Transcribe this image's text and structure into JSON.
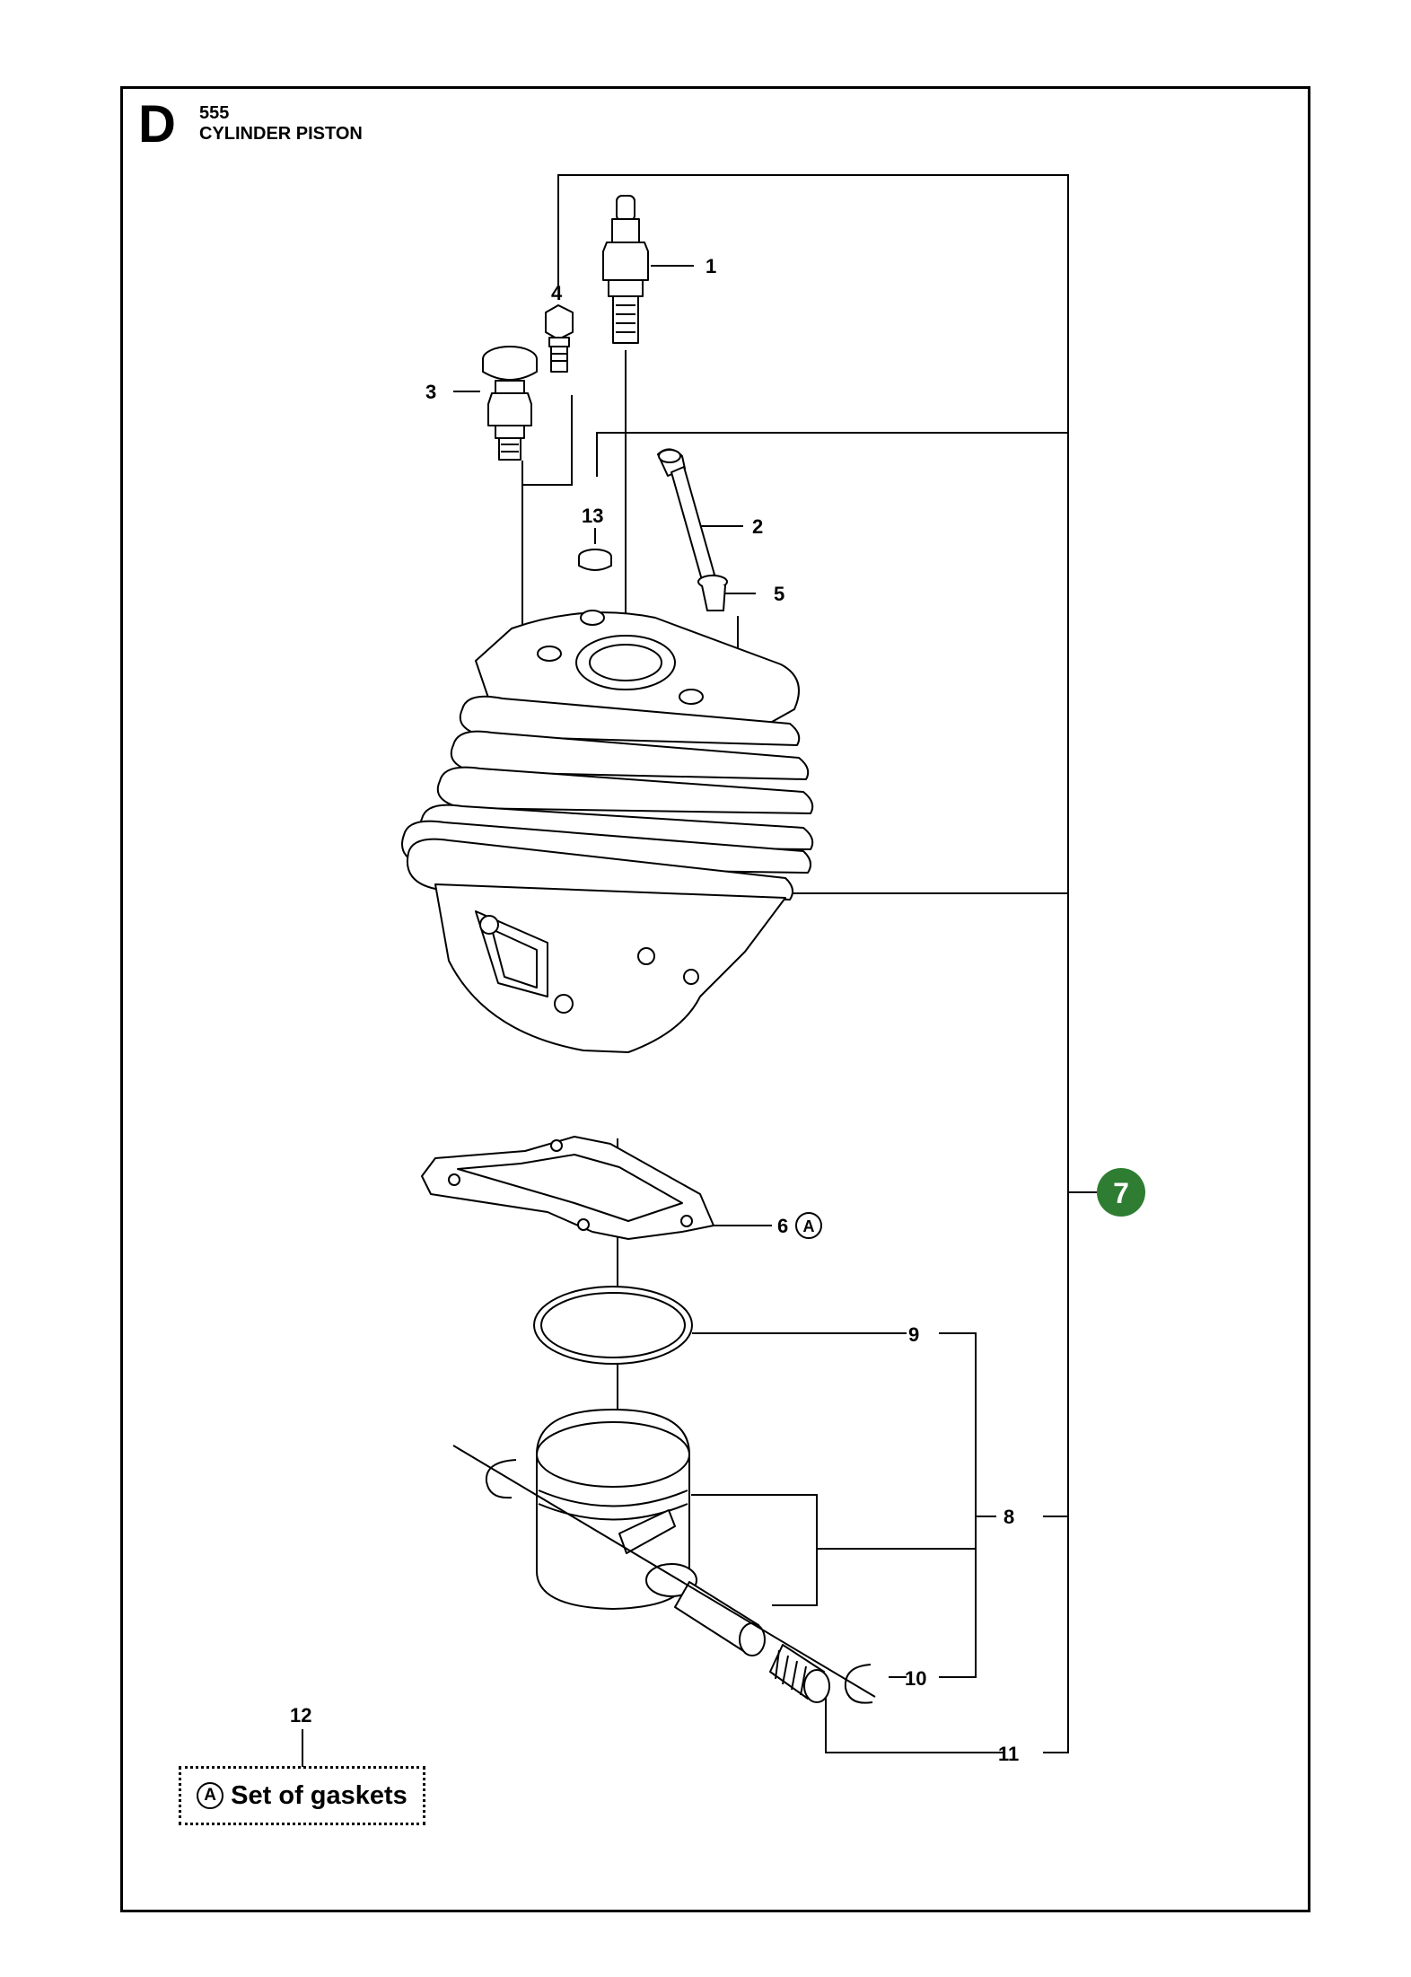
{
  "section": {
    "letter": "D",
    "model": "555",
    "title": "CYLINDER PISTON"
  },
  "callouts": [
    {
      "id": "c1",
      "label": "1"
    },
    {
      "id": "c2",
      "label": "2"
    },
    {
      "id": "c3",
      "label": "3"
    },
    {
      "id": "c4",
      "label": "4"
    },
    {
      "id": "c5",
      "label": "5"
    },
    {
      "id": "c6",
      "label": "6"
    },
    {
      "id": "c8",
      "label": "8"
    },
    {
      "id": "c9",
      "label": "9"
    },
    {
      "id": "c10",
      "label": "10"
    },
    {
      "id": "c11",
      "label": "11"
    },
    {
      "id": "c12",
      "label": "12"
    },
    {
      "id": "c13",
      "label": "13"
    }
  ],
  "kit_badge": {
    "label": "7",
    "color": "#2e7d32"
  },
  "gasket_marker": "A",
  "legend": {
    "marker": "A",
    "text": "Set of gaskets"
  },
  "colors": {
    "line": "#000000",
    "badge": "#2e7d32",
    "background": "#ffffff"
  }
}
